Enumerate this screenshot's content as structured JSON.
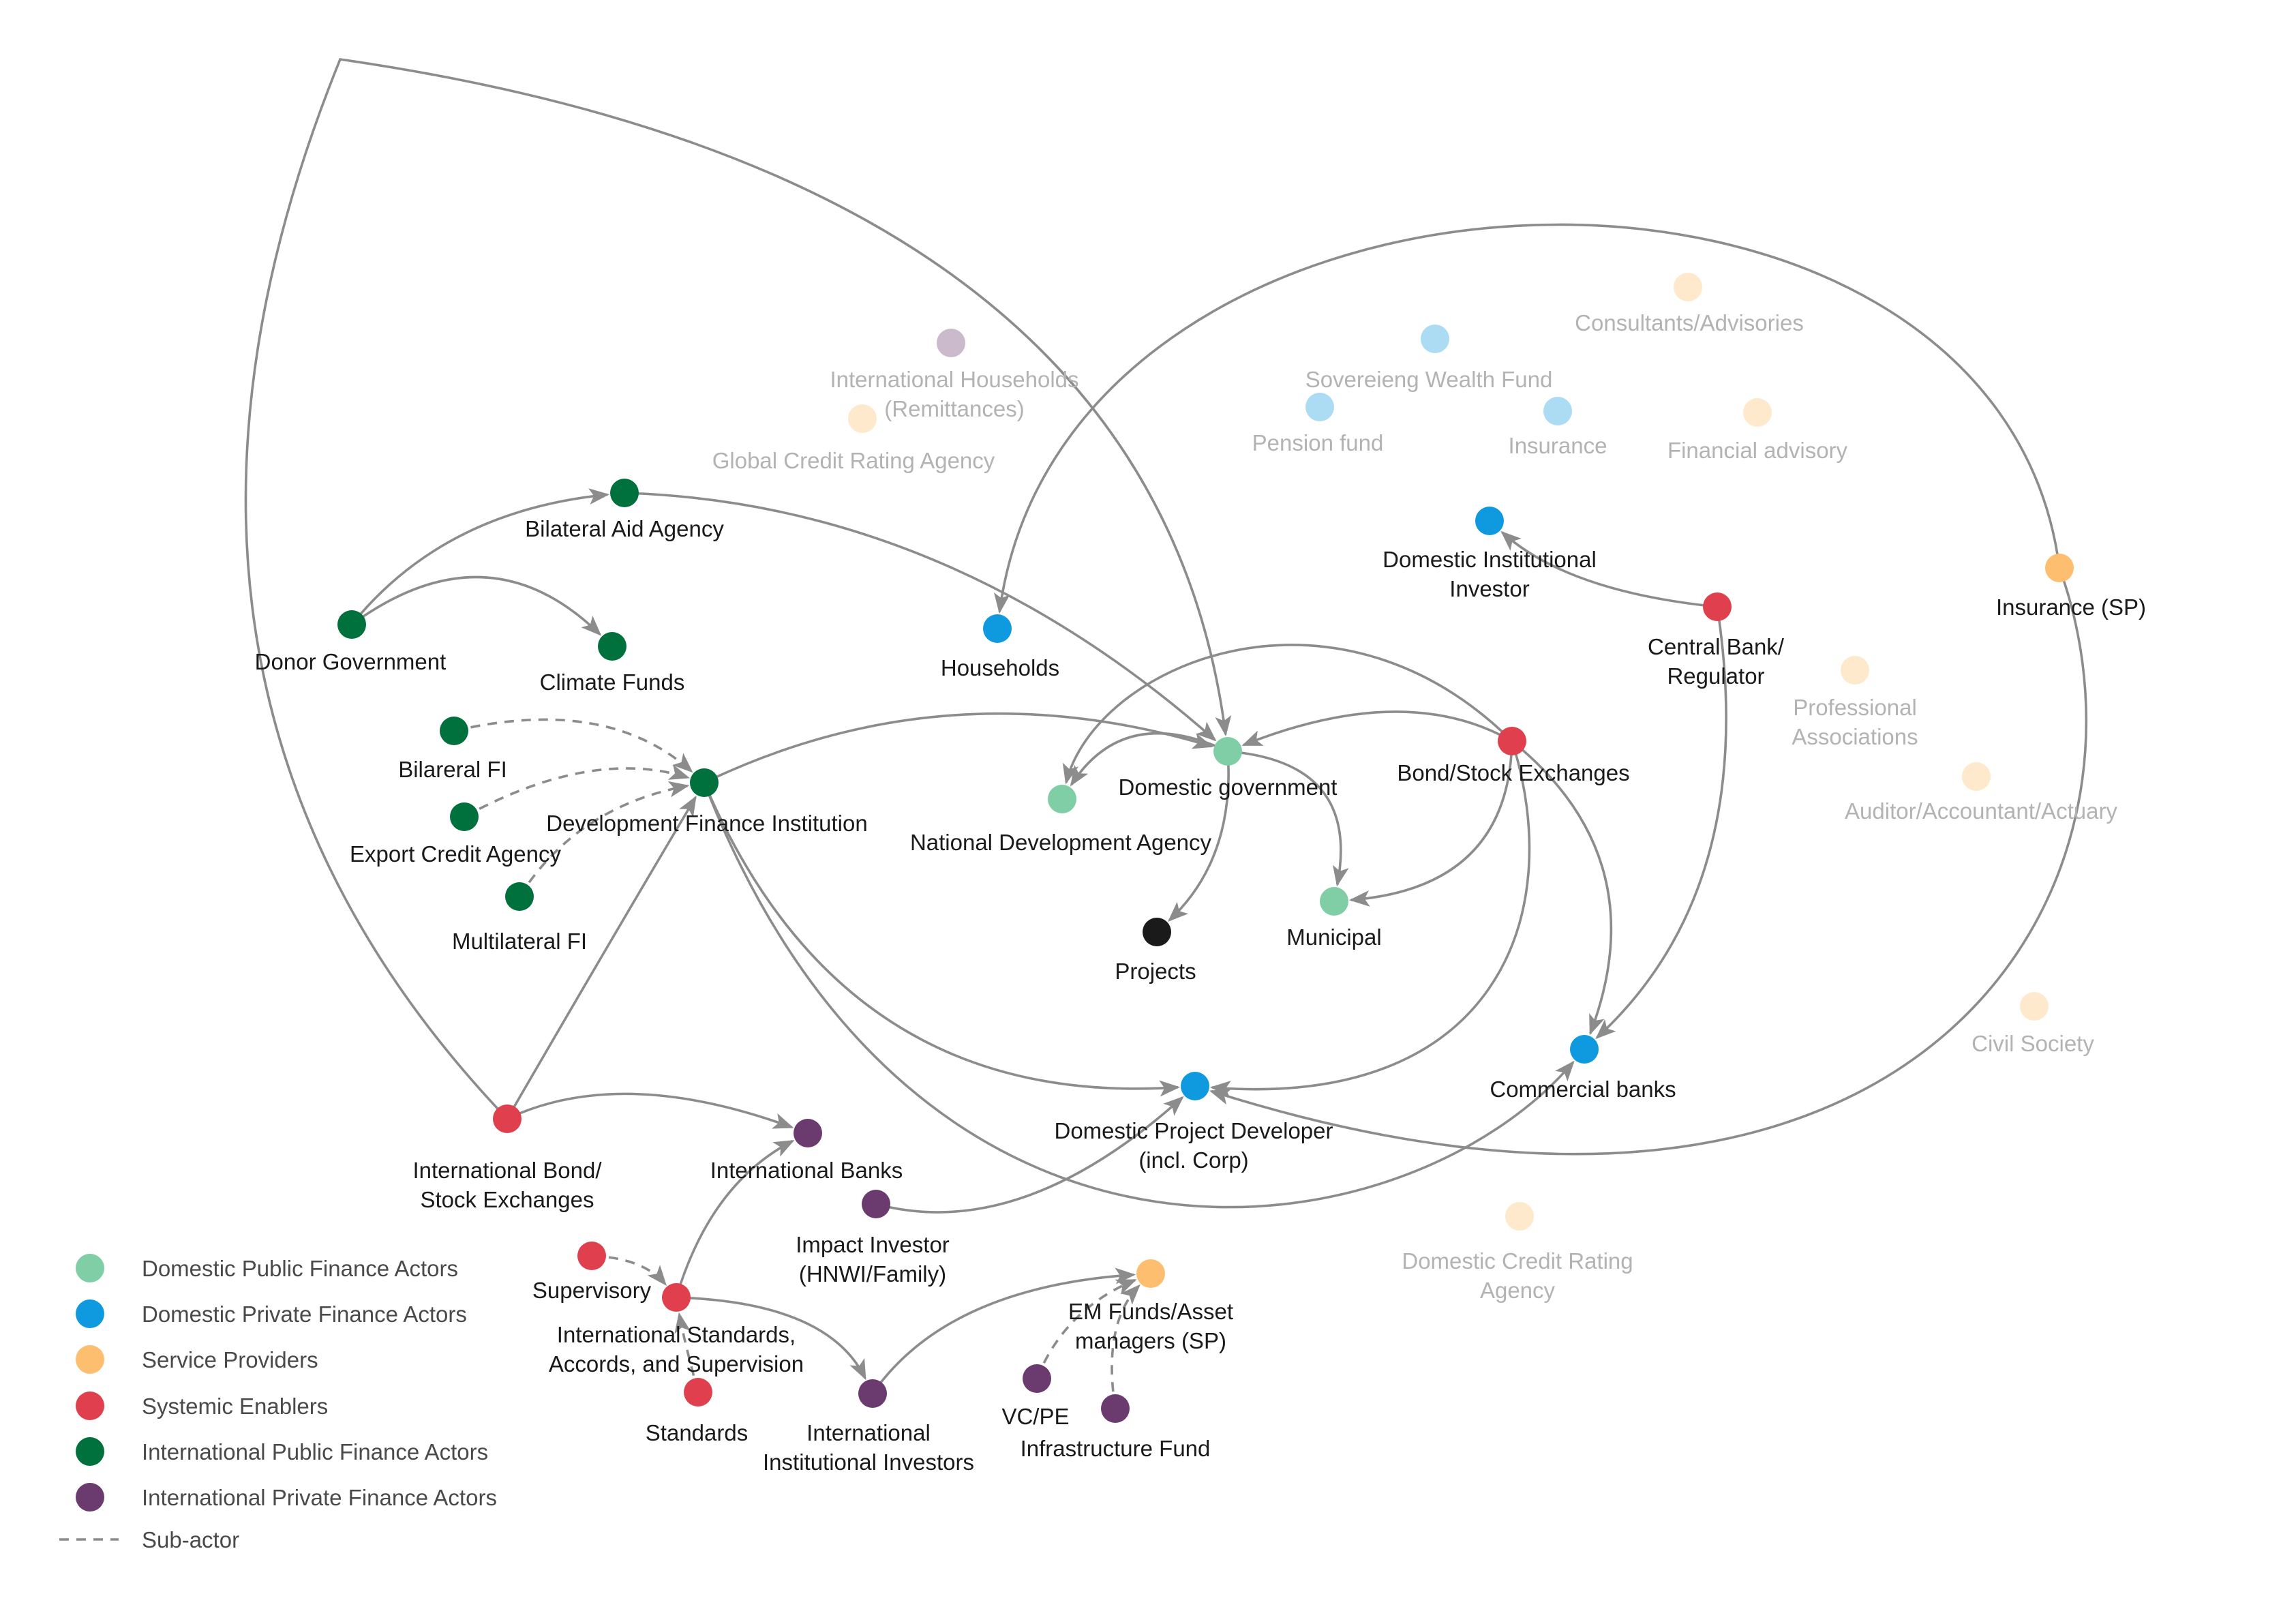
{
  "colors": {
    "domestic_public": "#7fcea5",
    "domestic_private": "#0f9ae0",
    "service": "#fdbf6f",
    "systemic": "#e0404e",
    "intl_public": "#00703c",
    "intl_private": "#6b3a6e",
    "projects": "#1a1a1a",
    "edge": "#8c8c8c"
  },
  "nodes": {
    "intl_households": {
      "label": [
        "International Households",
        "(Remittances)"
      ],
      "category": "intl_private",
      "faded": true
    },
    "global_credit_rating": {
      "label": [
        "Global Credit Rating Agency"
      ],
      "category": "service",
      "faded": true
    },
    "sovereign_wealth": {
      "label": [
        "Sovereieng Wealth Fund"
      ],
      "category": "domestic_private",
      "faded": true
    },
    "consultants": {
      "label": [
        "Consultants/Advisories"
      ],
      "category": "service",
      "faded": true
    },
    "pension_fund": {
      "label": [
        "Pension fund"
      ],
      "category": "domestic_private",
      "faded": true
    },
    "insurance_faded": {
      "label": [
        "Insurance"
      ],
      "category": "domestic_private",
      "faded": true
    },
    "financial_advisory": {
      "label": [
        "Financial advisory"
      ],
      "category": "service",
      "faded": true
    },
    "professional_assoc": {
      "label": [
        "Professional",
        "Associations"
      ],
      "category": "service",
      "faded": true
    },
    "auditor": {
      "label": [
        "Auditor/Accountant/Actuary"
      ],
      "category": "service",
      "faded": true
    },
    "civil_society": {
      "label": [
        "Civil Society"
      ],
      "category": "service",
      "faded": true
    },
    "domestic_credit_rating": {
      "label": [
        "Domestic Credit Rating",
        "Agency"
      ],
      "category": "service",
      "faded": true
    },
    "bilateral_aid": {
      "label": [
        "Bilateral Aid Agency"
      ],
      "category": "intl_public"
    },
    "donor_gov": {
      "label": [
        "Donor Government"
      ],
      "category": "intl_public"
    },
    "climate_funds": {
      "label": [
        "Climate Funds"
      ],
      "category": "intl_public"
    },
    "bilateral_fi": {
      "label": [
        "Bilareral FI"
      ],
      "category": "intl_public"
    },
    "export_credit": {
      "label": [
        "Export Credit Agency"
      ],
      "category": "intl_public"
    },
    "multilateral_fi": {
      "label": [
        "Multilateral FI"
      ],
      "category": "intl_public"
    },
    "dfi": {
      "label": [
        "Development Finance Institution"
      ],
      "category": "intl_public"
    },
    "households": {
      "label": [
        "Households"
      ],
      "category": "domestic_private"
    },
    "domestic_gov": {
      "label": [
        "Domestic government"
      ],
      "category": "domestic_public"
    },
    "national_dev_agency": {
      "label": [
        "National Development Agency"
      ],
      "category": "domestic_public"
    },
    "projects": {
      "label": [
        "Projects"
      ],
      "category": "projects"
    },
    "municipal": {
      "label": [
        "Municipal"
      ],
      "category": "domestic_public"
    },
    "domestic_inst_investor": {
      "label": [
        "Domestic Institutional",
        "Investor"
      ],
      "category": "domestic_private"
    },
    "central_bank": {
      "label": [
        "Central Bank/",
        "Regulator"
      ],
      "category": "systemic"
    },
    "insurance_sp": {
      "label": [
        "Insurance (SP)"
      ],
      "category": "service"
    },
    "bond_stock": {
      "label": [
        "Bond/Stock Exchanges"
      ],
      "category": "systemic"
    },
    "commercial_banks": {
      "label": [
        "Commercial banks"
      ],
      "category": "domestic_private"
    },
    "dom_project_dev": {
      "label": [
        "Domestic Project Developer",
        "(incl. Corp)"
      ],
      "category": "domestic_private"
    },
    "intl_bond_stock": {
      "label": [
        "International Bond/",
        "Stock Exchanges"
      ],
      "category": "systemic"
    },
    "intl_banks": {
      "label": [
        "International Banks"
      ],
      "category": "intl_private"
    },
    "impact_investor": {
      "label": [
        "Impact Investor",
        "(HNWI/Family)"
      ],
      "category": "intl_private"
    },
    "supervisory": {
      "label": [
        "Supervisory"
      ],
      "category": "systemic"
    },
    "intl_standards": {
      "label": [
        "International Standards,",
        "Accords, and Supervision"
      ],
      "category": "systemic"
    },
    "standards": {
      "label": [
        "Standards"
      ],
      "category": "systemic"
    },
    "intl_inst_investors": {
      "label": [
        "International",
        "Institutional Investors"
      ],
      "category": "intl_private"
    },
    "em_funds": {
      "label": [
        "EM Funds/Asset",
        "managers (SP)"
      ],
      "category": "service"
    },
    "vc_pe": {
      "label": [
        "VC/PE"
      ],
      "category": "intl_private"
    },
    "infra_fund": {
      "label": [
        "Infrastructure Fund"
      ],
      "category": "intl_private"
    }
  },
  "edges": [
    {
      "from": "donor_gov",
      "to": "bilateral_aid",
      "type": "flow"
    },
    {
      "from": "donor_gov",
      "to": "climate_funds",
      "type": "flow"
    },
    {
      "from": "bilateral_aid",
      "to": "domestic_gov",
      "type": "flow"
    },
    {
      "from": "bilateral_fi",
      "to": "dfi",
      "type": "sub-actor"
    },
    {
      "from": "export_credit",
      "to": "dfi",
      "type": "sub-actor"
    },
    {
      "from": "multilateral_fi",
      "to": "dfi",
      "type": "sub-actor"
    },
    {
      "from": "dfi",
      "to": "domestic_gov",
      "type": "flow"
    },
    {
      "from": "dfi",
      "to": "dom_project_dev",
      "type": "flow"
    },
    {
      "from": "dfi",
      "to": "commercial_banks",
      "type": "flow"
    },
    {
      "from": "intl_bond_stock",
      "to": "domestic_gov",
      "type": "flow"
    },
    {
      "from": "intl_bond_stock",
      "to": "dfi",
      "type": "flow"
    },
    {
      "from": "intl_bond_stock",
      "to": "intl_banks",
      "type": "flow"
    },
    {
      "from": "domestic_gov",
      "to": "national_dev_agency",
      "type": "flow"
    },
    {
      "from": "domestic_gov",
      "to": "projects",
      "type": "flow"
    },
    {
      "from": "domestic_gov",
      "to": "municipal",
      "type": "flow"
    },
    {
      "from": "bond_stock",
      "to": "domestic_gov",
      "type": "flow"
    },
    {
      "from": "bond_stock",
      "to": "national_dev_agency",
      "type": "flow"
    },
    {
      "from": "bond_stock",
      "to": "municipal",
      "type": "flow"
    },
    {
      "from": "bond_stock",
      "to": "commercial_banks",
      "type": "flow"
    },
    {
      "from": "bond_stock",
      "to": "dom_project_dev",
      "type": "flow"
    },
    {
      "from": "central_bank",
      "to": "domestic_inst_investor",
      "type": "flow"
    },
    {
      "from": "central_bank",
      "to": "commercial_banks",
      "type": "flow"
    },
    {
      "from": "insurance_sp",
      "to": "households",
      "type": "flow"
    },
    {
      "from": "insurance_sp",
      "to": "dom_project_dev",
      "type": "flow"
    },
    {
      "from": "impact_investor",
      "to": "dom_project_dev",
      "type": "flow"
    },
    {
      "from": "supervisory",
      "to": "intl_standards",
      "type": "sub-actor"
    },
    {
      "from": "standards",
      "to": "intl_standards",
      "type": "sub-actor"
    },
    {
      "from": "intl_standards",
      "to": "intl_banks",
      "type": "flow"
    },
    {
      "from": "intl_standards",
      "to": "intl_inst_investors",
      "type": "flow"
    },
    {
      "from": "intl_inst_investors",
      "to": "em_funds",
      "type": "flow"
    },
    {
      "from": "vc_pe",
      "to": "em_funds",
      "type": "sub-actor"
    },
    {
      "from": "infra_fund",
      "to": "em_funds",
      "type": "sub-actor"
    }
  ],
  "legend": [
    {
      "label": "Domestic Public Finance Actors",
      "category": "domestic_public"
    },
    {
      "label": "Domestic Private Finance Actors",
      "category": "domestic_private"
    },
    {
      "label": "Service Providers",
      "category": "service"
    },
    {
      "label": "Systemic Enablers",
      "category": "systemic"
    },
    {
      "label": "International Public Finance Actors",
      "category": "intl_public"
    },
    {
      "label": "International Private Finance Actors",
      "category": "intl_private"
    },
    {
      "label": "Sub-actor",
      "category": "dashed"
    }
  ]
}
